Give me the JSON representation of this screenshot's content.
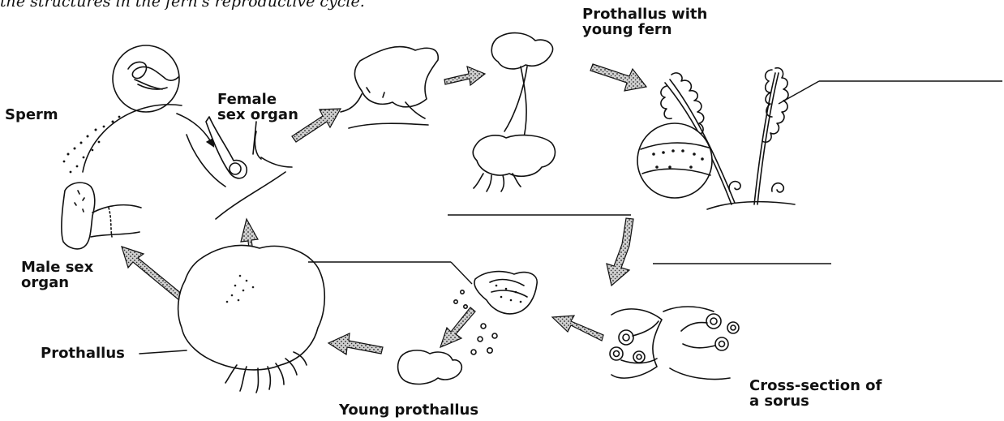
{
  "caption": "the structures in the fern's reproductive cycle.",
  "labels": {
    "sperm": "Sperm",
    "female_line1": "Female",
    "female_line2": "sex organ",
    "prothallus_fern_line1": "Prothallus with",
    "prothallus_fern_line2": "young fern",
    "male_line1": "Male sex",
    "male_line2": "organ",
    "prothallus": "Prothallus",
    "young_prothallus": "Young prothallus",
    "sorus_line1": "Cross-section of",
    "sorus_line2": "a sorus"
  },
  "colors": {
    "ink": "#111111",
    "stipple": "#555555",
    "background": "#ffffff"
  }
}
